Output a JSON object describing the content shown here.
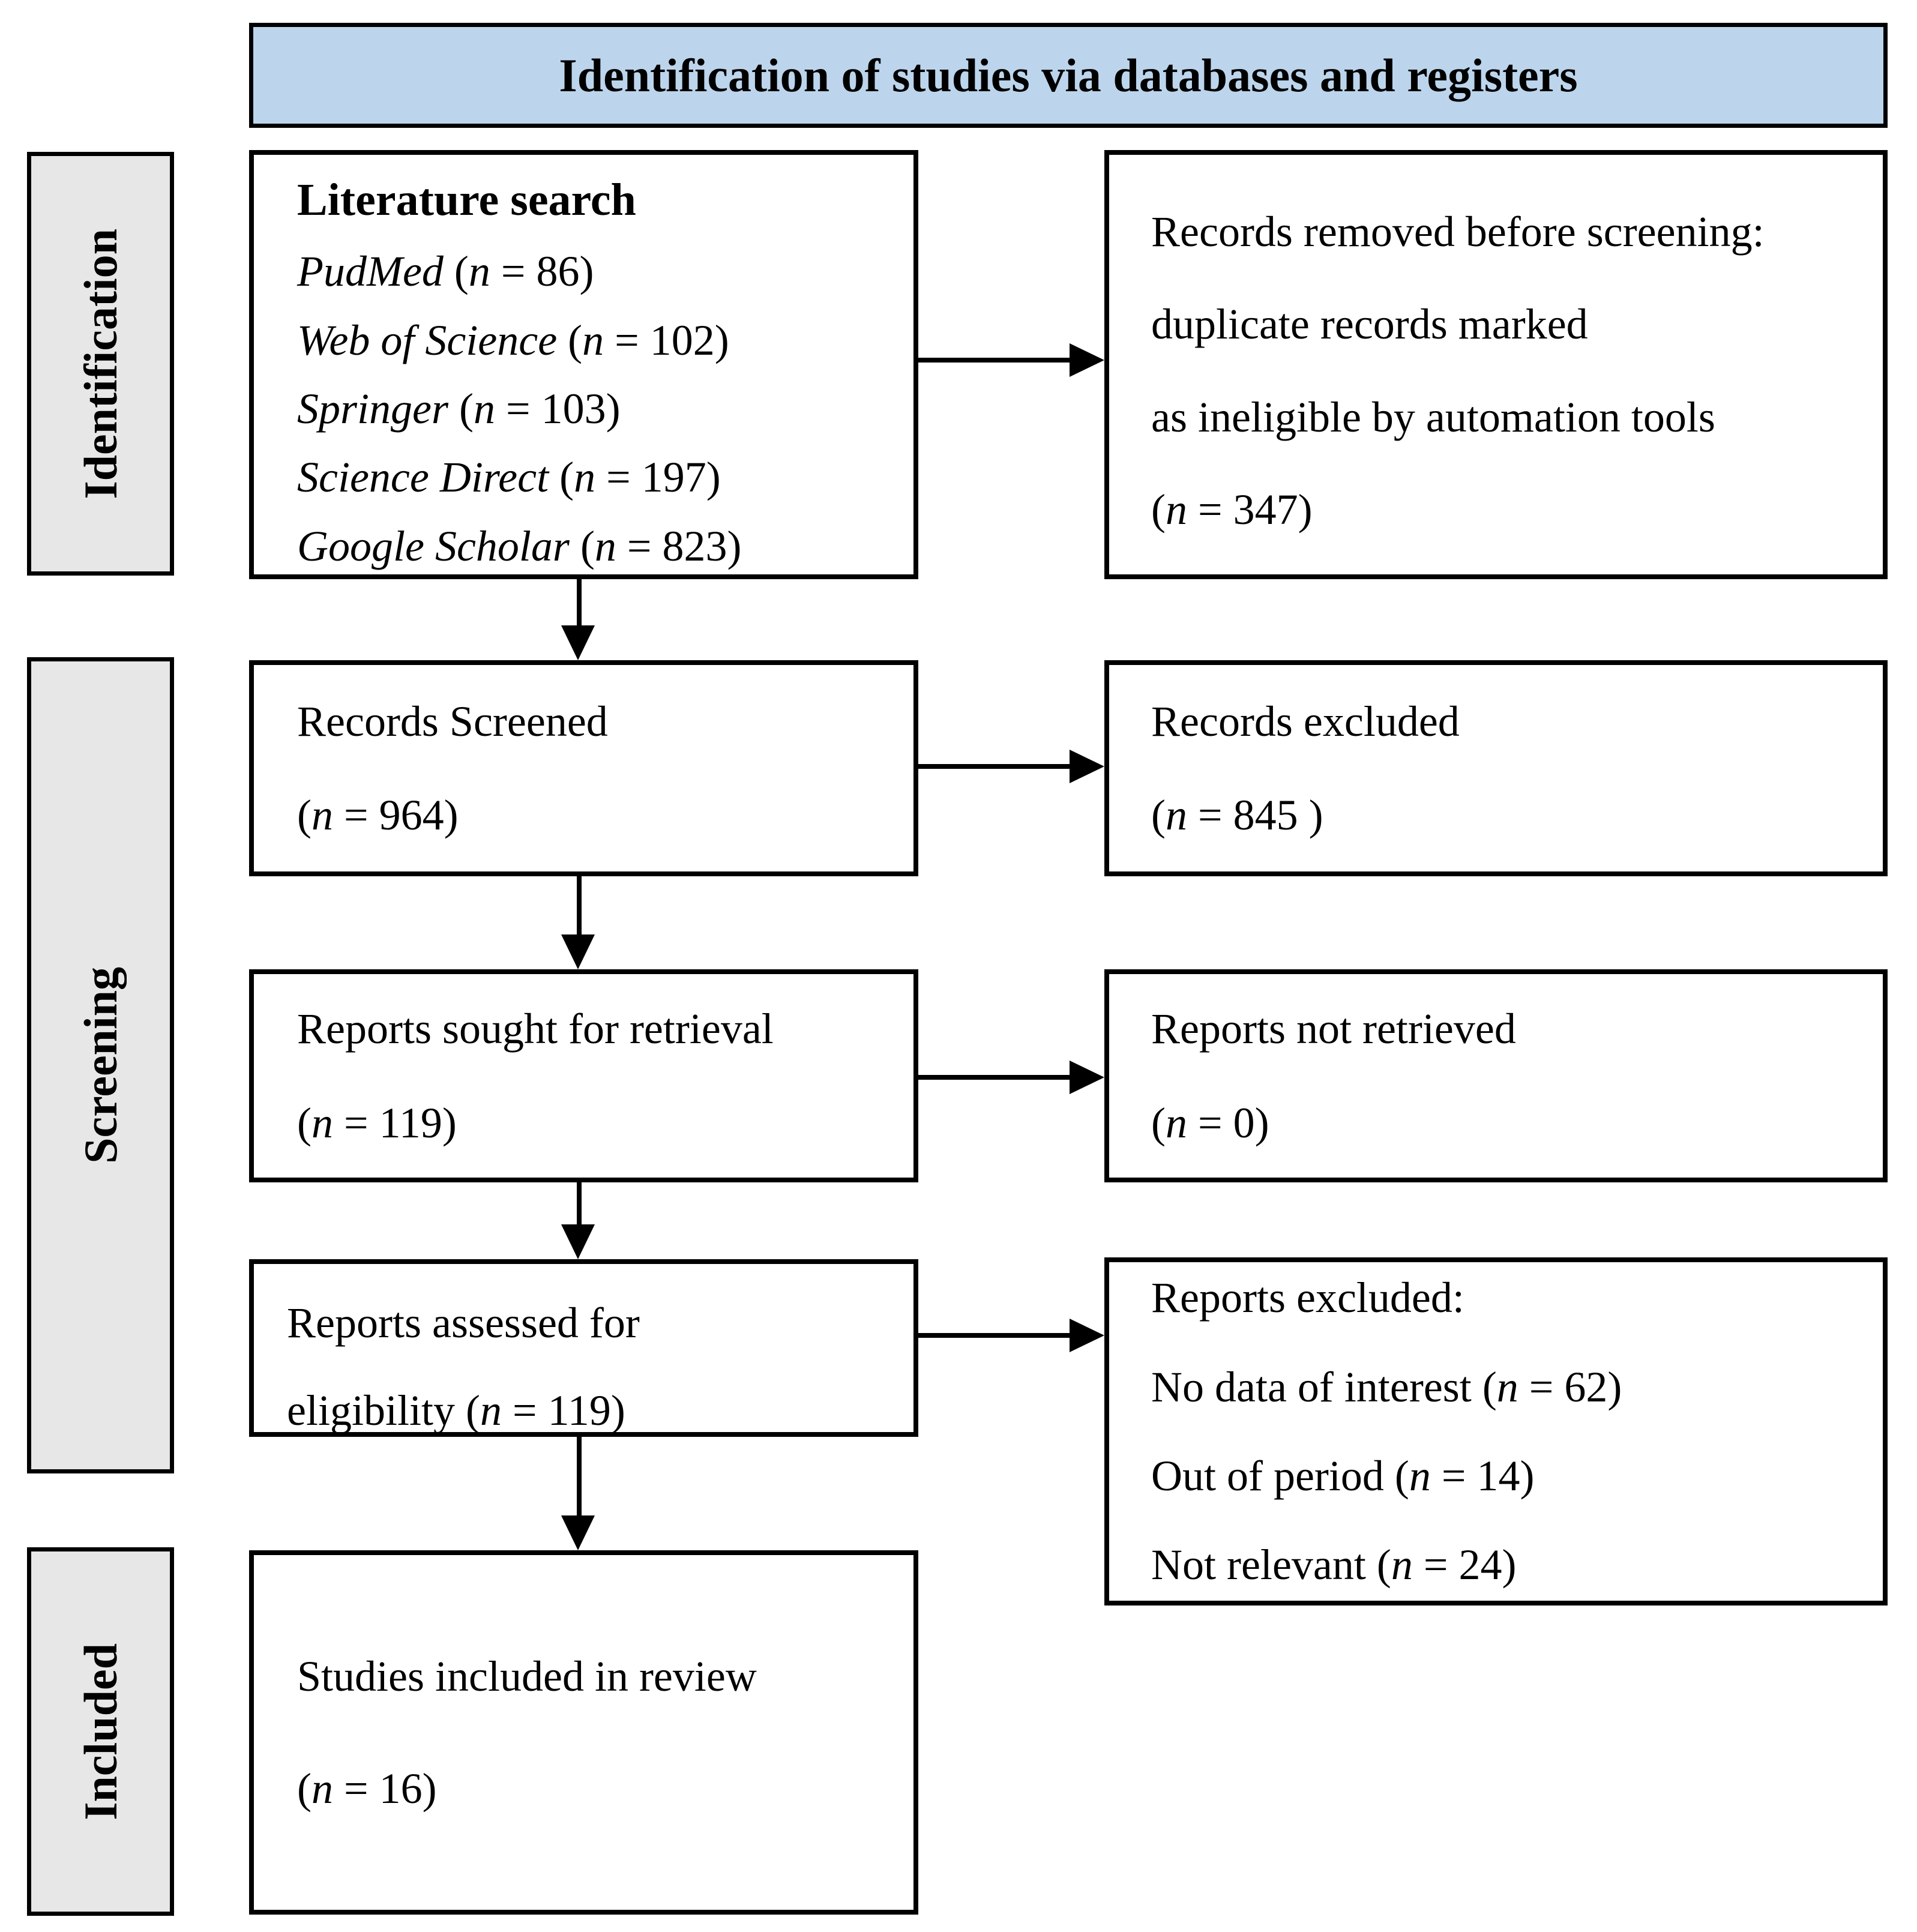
{
  "header": {
    "title": "Identification of studies via databases and registers"
  },
  "stages": {
    "identification": "Identification",
    "screening": "Screening",
    "included": "Included"
  },
  "colors": {
    "header_bg": "#BCD5EC",
    "stage_bg": "#E7E7E7",
    "border": "#000000"
  },
  "boxes": {
    "literature_search": {
      "title": "Literature search",
      "lines": [
        [
          {
            "t": "PudMed ",
            "i": 1
          },
          {
            "t": "(",
            "i": 0
          },
          {
            "t": "n",
            "i": 1
          },
          {
            "t": " = 86)",
            "i": 0
          }
        ],
        [
          {
            "t": "Web of Science ",
            "i": 1
          },
          {
            "t": "(",
            "i": 0
          },
          {
            "t": "n",
            "i": 1
          },
          {
            "t": " = 102)",
            "i": 0
          }
        ],
        [
          {
            "t": "Springer ",
            "i": 1
          },
          {
            "t": "(",
            "i": 0
          },
          {
            "t": "n",
            "i": 1
          },
          {
            "t": " = 103)",
            "i": 0
          }
        ],
        [
          {
            "t": "Science Direct ",
            "i": 1
          },
          {
            "t": "(",
            "i": 0
          },
          {
            "t": "n",
            "i": 1
          },
          {
            "t": " = 197)",
            "i": 0
          }
        ],
        [
          {
            "t": "Google Scholar ",
            "i": 1
          },
          {
            "t": "(",
            "i": 0
          },
          {
            "t": "n",
            "i": 1
          },
          {
            "t": " = 823)",
            "i": 0
          }
        ]
      ]
    },
    "records_removed": {
      "lines": [
        [
          {
            "t": "Records removed before screening:",
            "i": 0
          }
        ],
        [
          {
            "t": "duplicate records marked",
            "i": 0
          }
        ],
        [
          {
            "t": "as ineligible by automation tools",
            "i": 0
          }
        ],
        [
          {
            "t": "(",
            "i": 0
          },
          {
            "t": "n",
            "i": 1
          },
          {
            "t": " = 347)",
            "i": 0
          }
        ]
      ]
    },
    "records_screened": {
      "lines": [
        [
          {
            "t": "Records Screened",
            "i": 0
          }
        ],
        [
          {
            "t": "(",
            "i": 0
          },
          {
            "t": "n",
            "i": 1
          },
          {
            "t": " = 964)",
            "i": 0
          }
        ]
      ]
    },
    "records_excluded": {
      "lines": [
        [
          {
            "t": "Records excluded",
            "i": 0
          }
        ],
        [
          {
            "t": "(",
            "i": 0
          },
          {
            "t": "n",
            "i": 1
          },
          {
            "t": " = 845 )",
            "i": 0
          }
        ]
      ]
    },
    "reports_sought": {
      "lines": [
        [
          {
            "t": "Reports sought for retrieval",
            "i": 0
          }
        ],
        [
          {
            "t": "(",
            "i": 0
          },
          {
            "t": "n",
            "i": 1
          },
          {
            "t": " = 119)",
            "i": 0
          }
        ]
      ]
    },
    "reports_not_retrieved": {
      "lines": [
        [
          {
            "t": "Reports not retrieved",
            "i": 0
          }
        ],
        [
          {
            "t": "(",
            "i": 0
          },
          {
            "t": "n",
            "i": 1
          },
          {
            "t": " = 0)",
            "i": 0
          }
        ]
      ]
    },
    "reports_assessed": {
      "lines": [
        [
          {
            "t": "Reports assessed for",
            "i": 0
          }
        ],
        [
          {
            "t": "eligibility ",
            "i": 0
          },
          {
            "t": "(",
            "i": 0
          },
          {
            "t": "n",
            "i": 1
          },
          {
            "t": " = 119)",
            "i": 0
          }
        ]
      ]
    },
    "reports_excluded": {
      "lines": [
        [
          {
            "t": "Reports excluded:",
            "i": 0
          }
        ],
        [
          {
            "t": "No data of interest ",
            "i": 0
          },
          {
            "t": "(",
            "i": 0
          },
          {
            "t": "n",
            "i": 1
          },
          {
            "t": " = 62)",
            "i": 0
          }
        ],
        [
          {
            "t": "Out of period ",
            "i": 0
          },
          {
            "t": "(",
            "i": 0
          },
          {
            "t": "n",
            "i": 1
          },
          {
            "t": " = 14)",
            "i": 0
          }
        ],
        [
          {
            "t": "Not relevant ",
            "i": 0
          },
          {
            "t": "(",
            "i": 0
          },
          {
            "t": "n",
            "i": 1
          },
          {
            "t": " = 24)",
            "i": 0
          }
        ]
      ]
    },
    "studies_included": {
      "lines": [
        [
          {
            "t": "Studies included in review",
            "i": 0
          }
        ],
        [
          {
            "t": "(",
            "i": 0
          },
          {
            "t": "n",
            "i": 1
          },
          {
            "t": " = 16)",
            "i": 0
          }
        ]
      ]
    }
  }
}
